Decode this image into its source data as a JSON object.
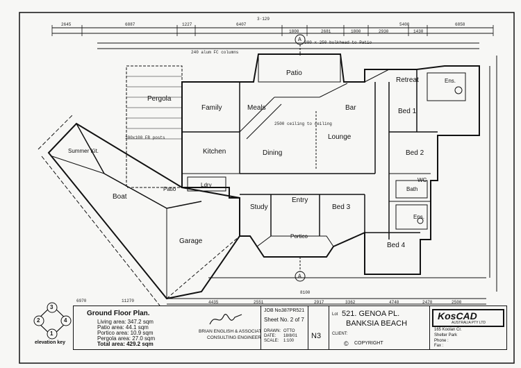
{
  "drawing": {
    "rooms": {
      "pergola": "Pergola",
      "family": "Family",
      "meals": "Meals",
      "patio_top": "Patio",
      "bar": "Bar",
      "retreat": "Retreat",
      "ens_top": "Ens.",
      "bed1": "Bed 1",
      "summer_kit": "Summer Kit.",
      "kitchen": "Kitchen",
      "dining": "Dining",
      "lounge": "Lounge",
      "bed2": "Bed 2",
      "ldry": "Ldry",
      "bath": "Bath",
      "boat": "Boat",
      "patio_mid": "Patio",
      "study": "Study",
      "entry": "Entry",
      "bed3": "Bed 3",
      "ens_bottom": "Ens.",
      "wc": "WC",
      "garage": "Garage",
      "portico": "Portico",
      "bed4": "Bed 4"
    },
    "dims_top": [
      "2645",
      "6887",
      "1227",
      "6407",
      "1800",
      "2681",
      "1800",
      "2930",
      "1430",
      "5400",
      "6858",
      "3·129"
    ],
    "dims_bottom": [
      "6970",
      "11270",
      "4435",
      "2551",
      "8100",
      "2917",
      "3362",
      "4740",
      "2470",
      "2500"
    ],
    "notes": {
      "pergola_posts": "300x100 FB posts",
      "patio_ceiling": "2500 ceiling to ceiling",
      "fc_columns": "240 alum FC columns",
      "bulkhead": "300 x 250 bulkhead to Patio"
    }
  },
  "titleblock": {
    "plan_title": "Ground Floor Plan.",
    "areas": [
      "Living area: 347.2 sqm",
      "Patio area: 44.1 sqm",
      "Portico area: 10.9 sqm",
      "Pergola area: 27.0 sqm",
      "Total area: 429.2 sqm"
    ],
    "elevation_key_label": "elevation key",
    "elevation_numbers": [
      "1",
      "2",
      "3",
      "4"
    ],
    "engineer_line1": "BRIAN ENGLISH & ASSOCIATES",
    "engineer_line2": "CONSULTING ENGINEERS",
    "job_label": "JOB No.",
    "job_no": "387PR521",
    "sheet_label": "Sheet No. 2 of 7",
    "drawn_label": "DRAWN:",
    "drawn_value": "OTTO",
    "date_label": "DATE:",
    "date_value": "18/8/01",
    "scale_label": "SCALE:",
    "scale_value": "1:100",
    "north_label": "N3",
    "lot_label": "Lot",
    "lot_address_line1": "521. GENOA PL.",
    "lot_address_line2": "BANKSIA BEACH",
    "client_label": "CLIENT:",
    "copyright_label": "COPYRIGHT",
    "copyright_symbol": "©",
    "company_logo": "KosCAD",
    "company_sub": "AUSTRALIA PTY LTD",
    "company_address": "165 Koolan Cr.",
    "company_suburb": "Shelter Park",
    "company_phone_label": "Phone :",
    "company_fax_label": "Fax :",
    "section_marker": "A"
  }
}
